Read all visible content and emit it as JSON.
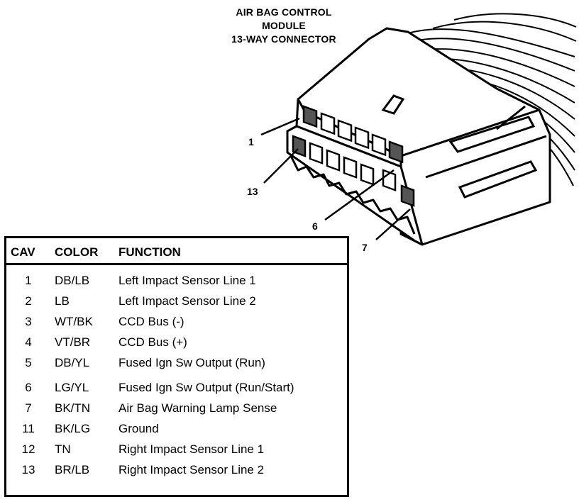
{
  "title": {
    "line1": "AIR BAG CONTROL",
    "line2": "MODULE",
    "line3": "13-WAY CONNECTOR"
  },
  "callouts": [
    "1",
    "13",
    "6",
    "7"
  ],
  "table": {
    "headers": [
      "CAV",
      "COLOR",
      "FUNCTION"
    ],
    "rows": [
      {
        "cav": "1",
        "color": "DB/LB",
        "function": "Left Impact Sensor Line 1"
      },
      {
        "cav": "2",
        "color": "LB",
        "function": "Left Impact Sensor Line 2"
      },
      {
        "cav": "3",
        "color": "WT/BK",
        "function": "CCD Bus (-)"
      },
      {
        "cav": "4",
        "color": "VT/BR",
        "function": "CCD Bus (+)"
      },
      {
        "cav": "5",
        "color": "DB/YL",
        "function": "Fused Ign Sw Output (Run)"
      },
      {
        "cav": "6",
        "color": "LG/YL",
        "function": "Fused Ign Sw Output (Run/Start)"
      },
      {
        "cav": "7",
        "color": "BK/TN",
        "function": "Air Bag Warning Lamp Sense"
      },
      {
        "cav": "11",
        "color": "BK/LG",
        "function": "Ground"
      },
      {
        "cav": "12",
        "color": "TN",
        "function": "Right Impact Sensor Line 1"
      },
      {
        "cav": "13",
        "color": "BR/LB",
        "function": "Right Impact Sensor Line 2"
      }
    ]
  }
}
